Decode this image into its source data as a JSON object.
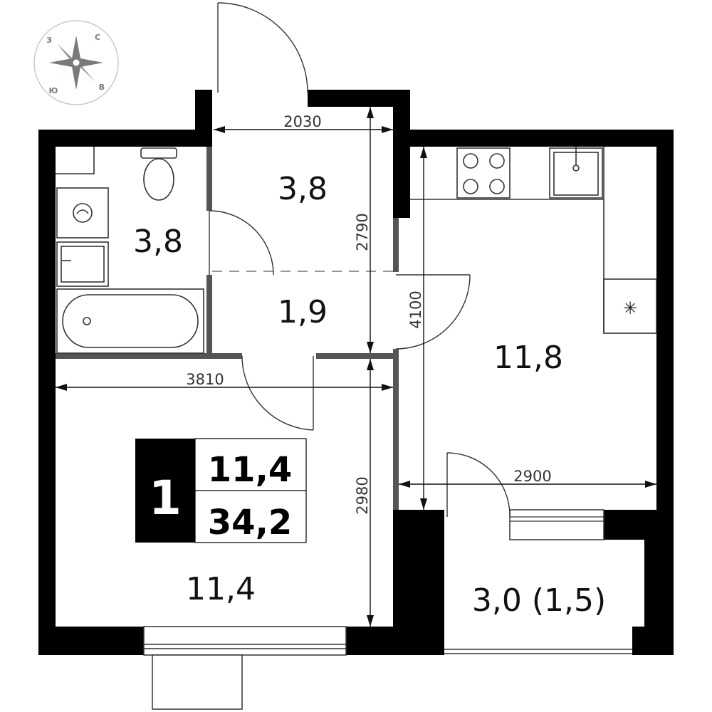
{
  "compass": {
    "letters": {
      "n": "С",
      "e": "В",
      "s": "Ю",
      "w": "З"
    },
    "color": "#7a7a7a"
  },
  "summary": {
    "room_count": "1",
    "living_area": "11,4",
    "total_area": "34,2"
  },
  "rooms": {
    "vestibule": "3,8",
    "bathroom": "3,8",
    "corridor": "1,9",
    "kitchen": "11,8",
    "living_room": "11,4",
    "balcony": "3,0 (1,5)"
  },
  "dimensions": {
    "vestibule_width": "2030",
    "vestibule_depth": "2790",
    "kitchen_depth": "4100",
    "living_width": "3810",
    "living_depth": "2980",
    "kitchen_width": "2900"
  },
  "fixtures": {
    "fridge_symbol": "✳"
  }
}
